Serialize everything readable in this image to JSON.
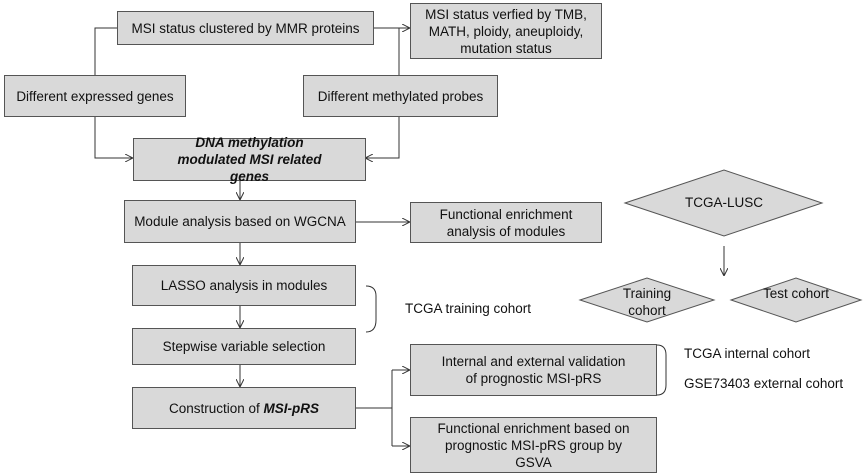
{
  "nodes": {
    "msi_mmr": "MSI status clustered by MMR proteins",
    "msi_verified": "MSI status verfied by TMB, MATH, ploidy, aneuploidy, mutation status",
    "diff_genes": "Different expressed genes",
    "diff_probes": "Different methylated probes",
    "dna_methylation": "DNA methylation modulated MSI related genes",
    "wgcna": "Module analysis based on WGCNA",
    "func_modules": "Functional enrichment analysis of modules",
    "lasso": "LASSO analysis in modules",
    "stepwise": "Stepwise variable selection",
    "construction_prefix": "Construction of ",
    "construction_emph": "MSI-pRS",
    "validation": "Internal and external validation of prognostic MSI-pRS",
    "gsva": "Functional enrichment based on prognostic MSI-pRS group by GSVA"
  },
  "labels": {
    "tcga_training": "TCGA training cohort",
    "tcga_internal": "TCGA internal cohort",
    "gse_external": "GSE73403 external cohort"
  },
  "diamonds": {
    "tcga_lusc": "TCGA-LUSC",
    "training": "Training cohort",
    "test": "Test cohort"
  }
}
